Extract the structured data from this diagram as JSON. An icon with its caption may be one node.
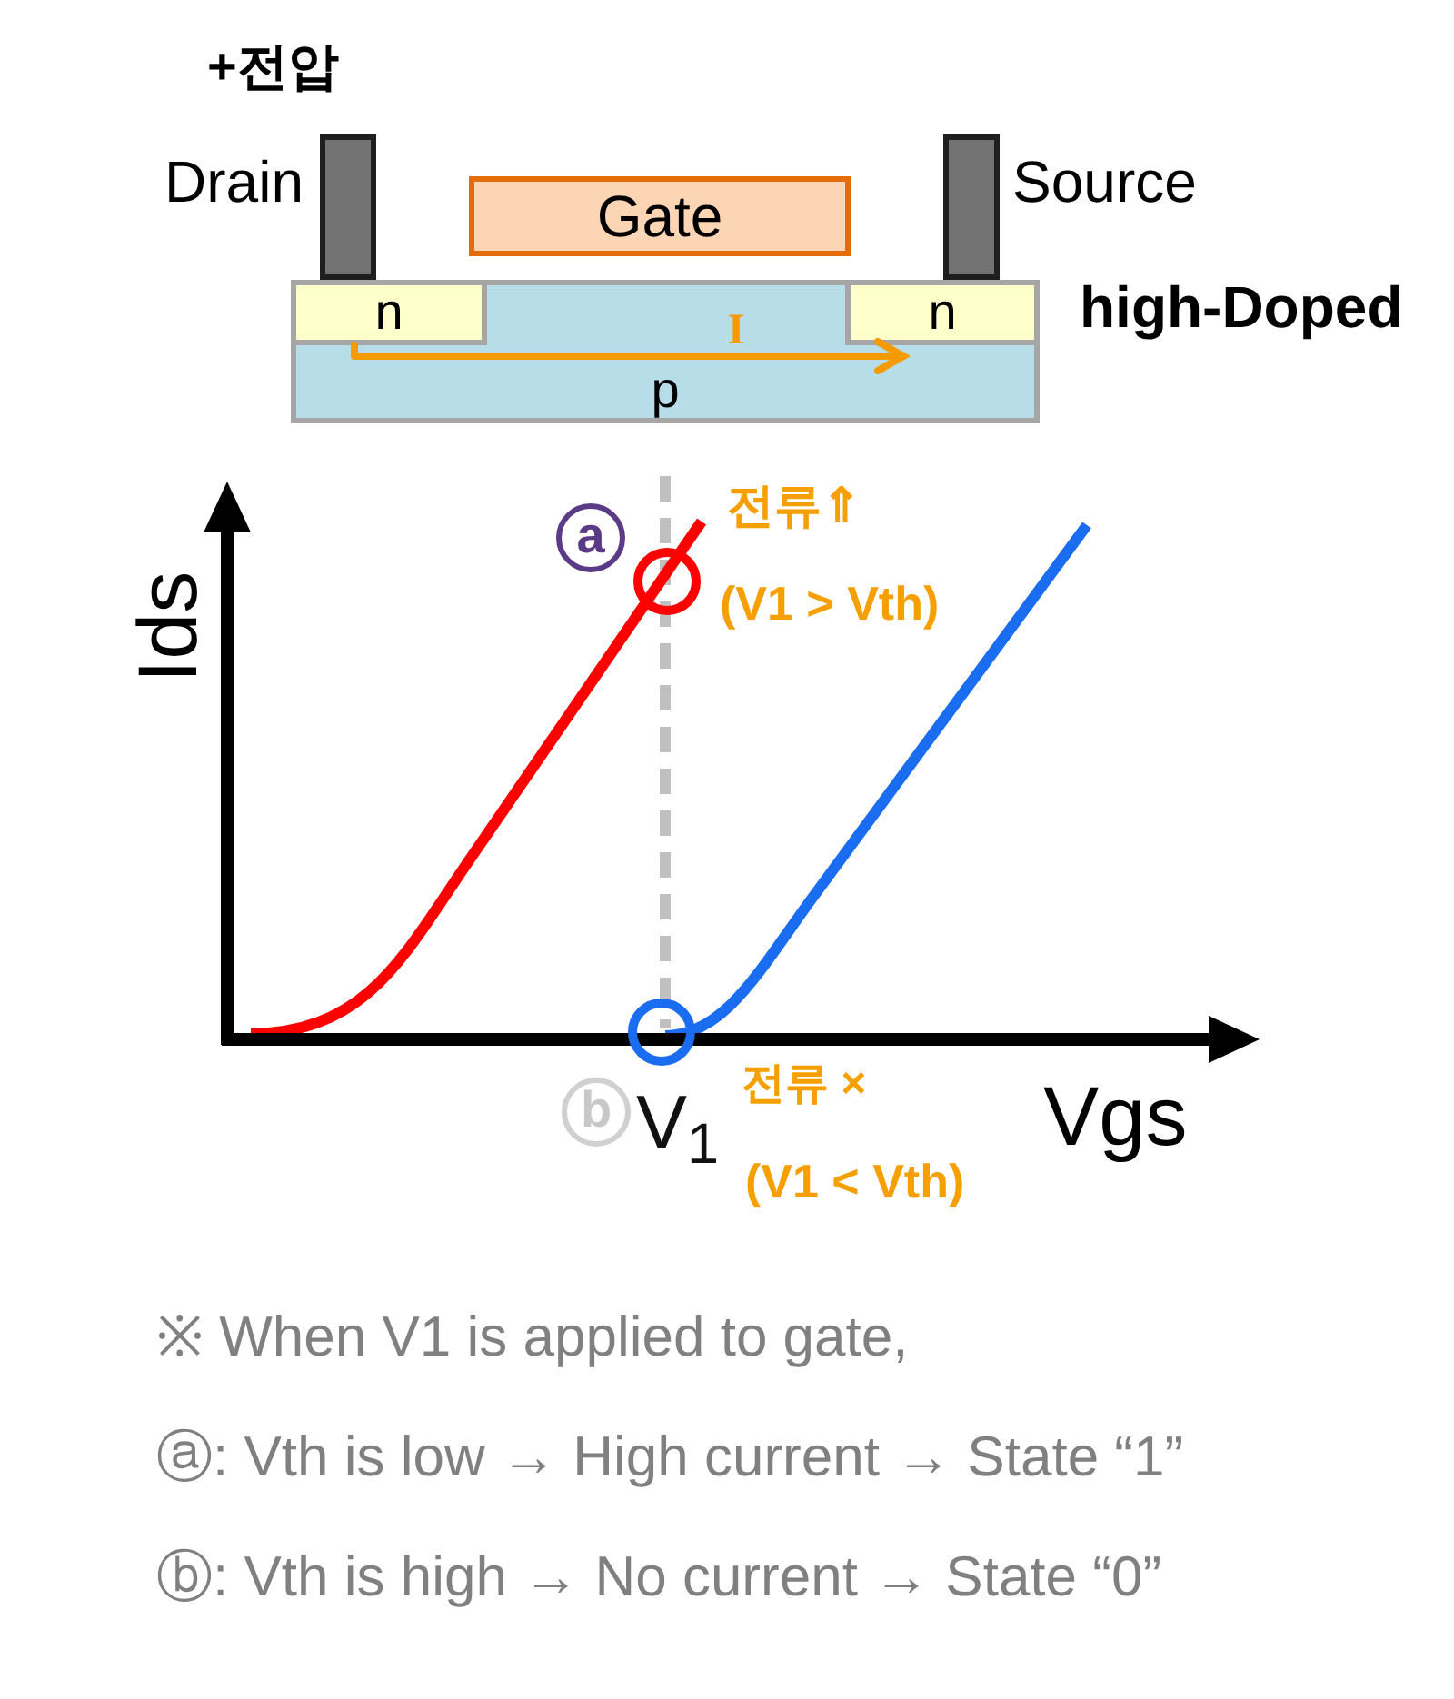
{
  "diagram": {
    "nodes": [
      {
        "text": [
          "Drain"
        ],
        "beside": [
          "+전압"
        ]
      },
      {
        "text": [
          "Gate"
        ]
      },
      {
        "text": [
          "Source"
        ]
      },
      {
        "text": [
          "p"
        ]
      },
      {
        "text": [
          "n"
        ],
        "in": 3
      },
      {
        "text": [
          "n"
        ],
        "in": 3
      },
      {
        "text": [
          "a"
        ]
      },
      {
        "text": [
          "b"
        ]
      }
    ],
    "edges": [
      {
        "from": 4,
        "to": 5,
        "arrow": "to",
        "label": "I",
        "color": "#f59a00"
      }
    ],
    "labels": [
      "high-Doped",
      "Ids",
      "전류⇑",
      "(V1 > Vth)",
      "V$_{1}$",
      "전류 ×",
      "Vgs",
      "(V1 < Vth)",
      "※ When V1 is applied to gate,",
      "ⓐ: Vth is low → High current → State “1”",
      "ⓑ: Vth is high → No current → State “0”"
    ]
  }
}
